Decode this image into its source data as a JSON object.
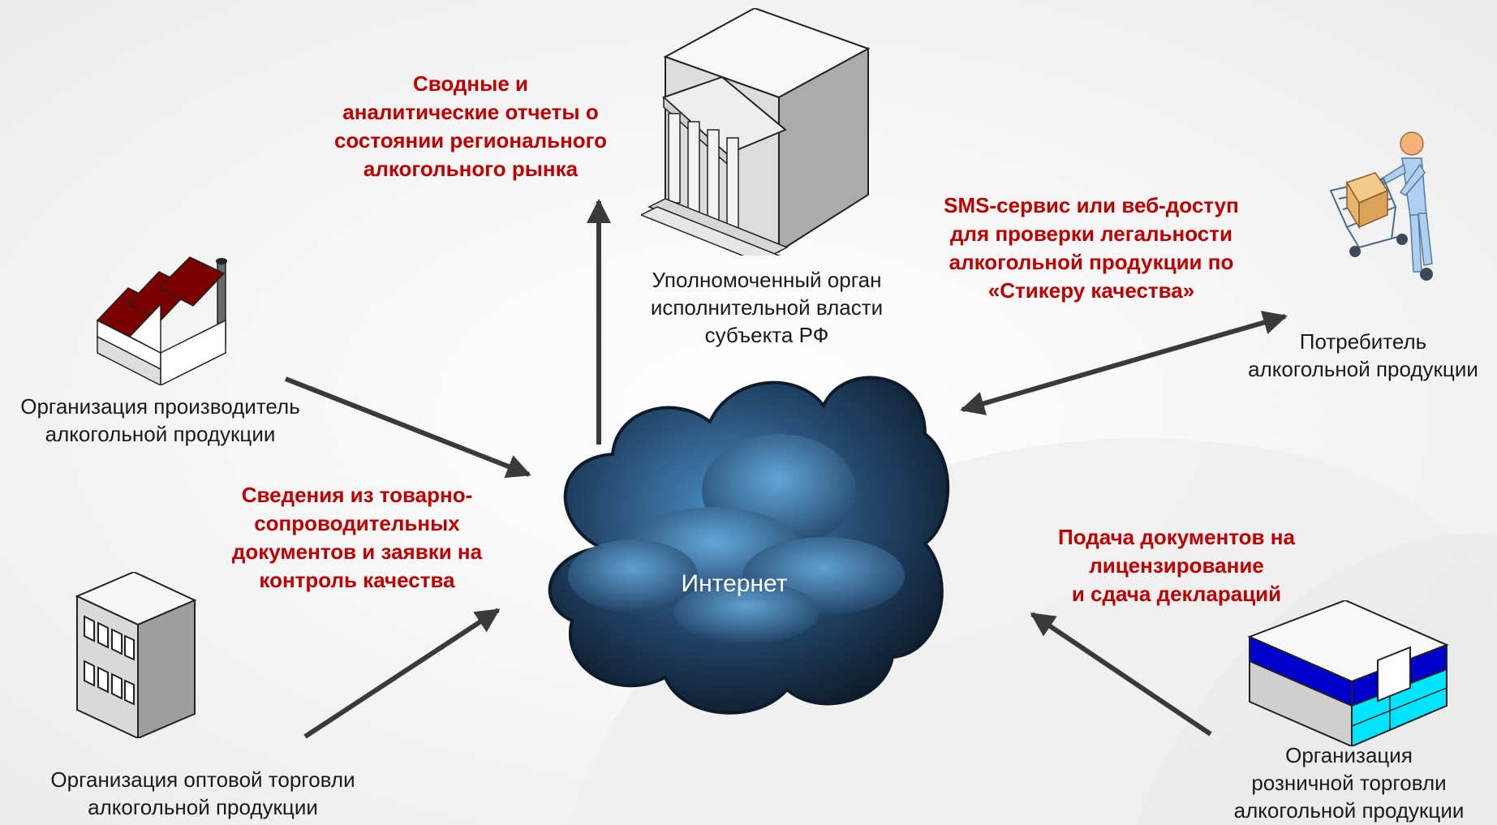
{
  "nodes": {
    "authority": "Уполномоченный орган\nисполнительной власти\nсубъекта РФ",
    "producer": "Организация производитель\nалкогольной продукции",
    "wholesale": "Организация оптовой торговли\nалкогольной продукции",
    "consumer": "Потребитель\nалкогольной продукции",
    "retail": "Организация\nрозничной торговли\nалкогольной продукции",
    "internet": "Интернет"
  },
  "flows": {
    "reports": "Сводные и\nаналитические отчеты о\nсостоянии регионального\nалкогольного рынка",
    "documents": "Сведения из товарно-\nсопроводительных\nдокументов и заявки на\nконтроль качества",
    "sms": "SMS-сервис или веб-доступ\nдля проверки легальности\nалкогольной продукции по\n«Стикеру качества»",
    "licensing": "Подача документов на\nлицензирование\nи сдача деклараций"
  },
  "colors": {
    "flow_text": "#c00000",
    "arrow": "#3a3a3a",
    "cloud_dark": "#0d1b2a",
    "cloud_light": "#4a8fc7",
    "factory_roof": "#7a0000",
    "retail_stripe": "#0000cc",
    "retail_glass": "#00e5ff"
  },
  "icons": {
    "authority": "government-building-icon",
    "producer": "factory-icon",
    "wholesale": "office-building-icon",
    "consumer": "shopper-cart-icon",
    "retail": "retail-store-icon",
    "internet": "cloud-icon"
  }
}
